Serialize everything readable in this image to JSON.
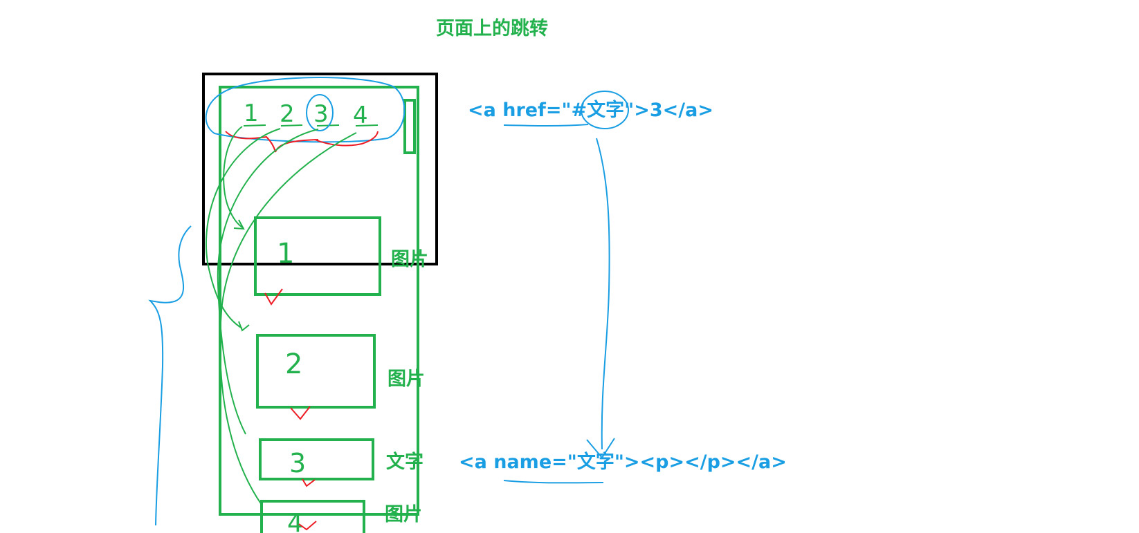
{
  "title": "页面上的跳转",
  "nav_numbers": [
    "1",
    "2",
    "3",
    "4"
  ],
  "blocks": [
    {
      "number": "1",
      "label": "图片"
    },
    {
      "number": "2",
      "label": "图片"
    },
    {
      "number": "3",
      "label": "文字"
    },
    {
      "number": "4",
      "label": "图片"
    }
  ],
  "code_href": "<a href=\"#文字\">3</a>",
  "code_name": "<a name=\"文字\"><p></p></a>",
  "colors": {
    "green": "#22b14c",
    "blue": "#1a9ee3",
    "red": "#ed1c24",
    "black": "#000000"
  }
}
